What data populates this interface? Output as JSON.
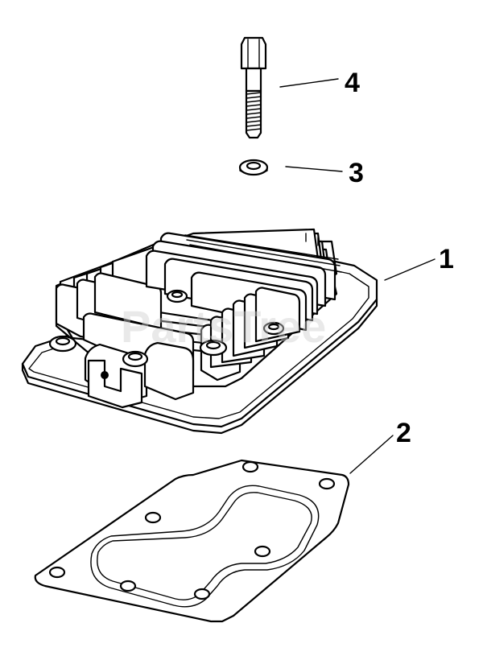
{
  "callouts": {
    "label_1": "1",
    "label_2": "2",
    "label_3": "3",
    "label_4": "4"
  },
  "parts": [
    {
      "callout": "1",
      "part": "cylinder-head"
    },
    {
      "callout": "2",
      "part": "head-gasket"
    },
    {
      "callout": "3",
      "part": "washer"
    },
    {
      "callout": "4",
      "part": "head-bolt"
    }
  ],
  "watermark": {
    "text": "PartsTree"
  },
  "colors": {
    "ink": "#000000",
    "background": "#ffffff",
    "watermark": "#cfcfcf"
  }
}
